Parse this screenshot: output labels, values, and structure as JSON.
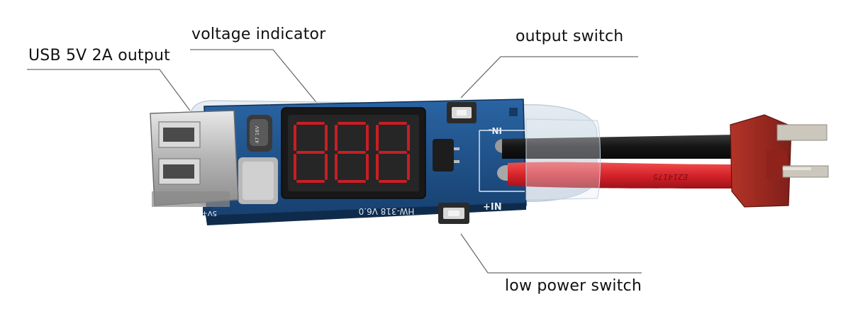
{
  "callouts": {
    "usb_output": "USB 5V 2A output",
    "voltage_indicator": "voltage indicator",
    "output_switch": "output switch",
    "low_power_switch": "low power switch"
  },
  "board": {
    "model_text": "HW-318 V6.0",
    "in_minus": "IN-",
    "in_plus": "+IN",
    "usb_marking": "5V+",
    "wire_print": "E214175",
    "display_digits": "888"
  },
  "colors": {
    "pcb": "#1d4f86",
    "display": "#1a1a1a",
    "segment": "#c81e25",
    "wire_black": "#141414",
    "wire_red": "#d6222a",
    "connector": "#a02a22",
    "contact": "#c8c4bb"
  }
}
